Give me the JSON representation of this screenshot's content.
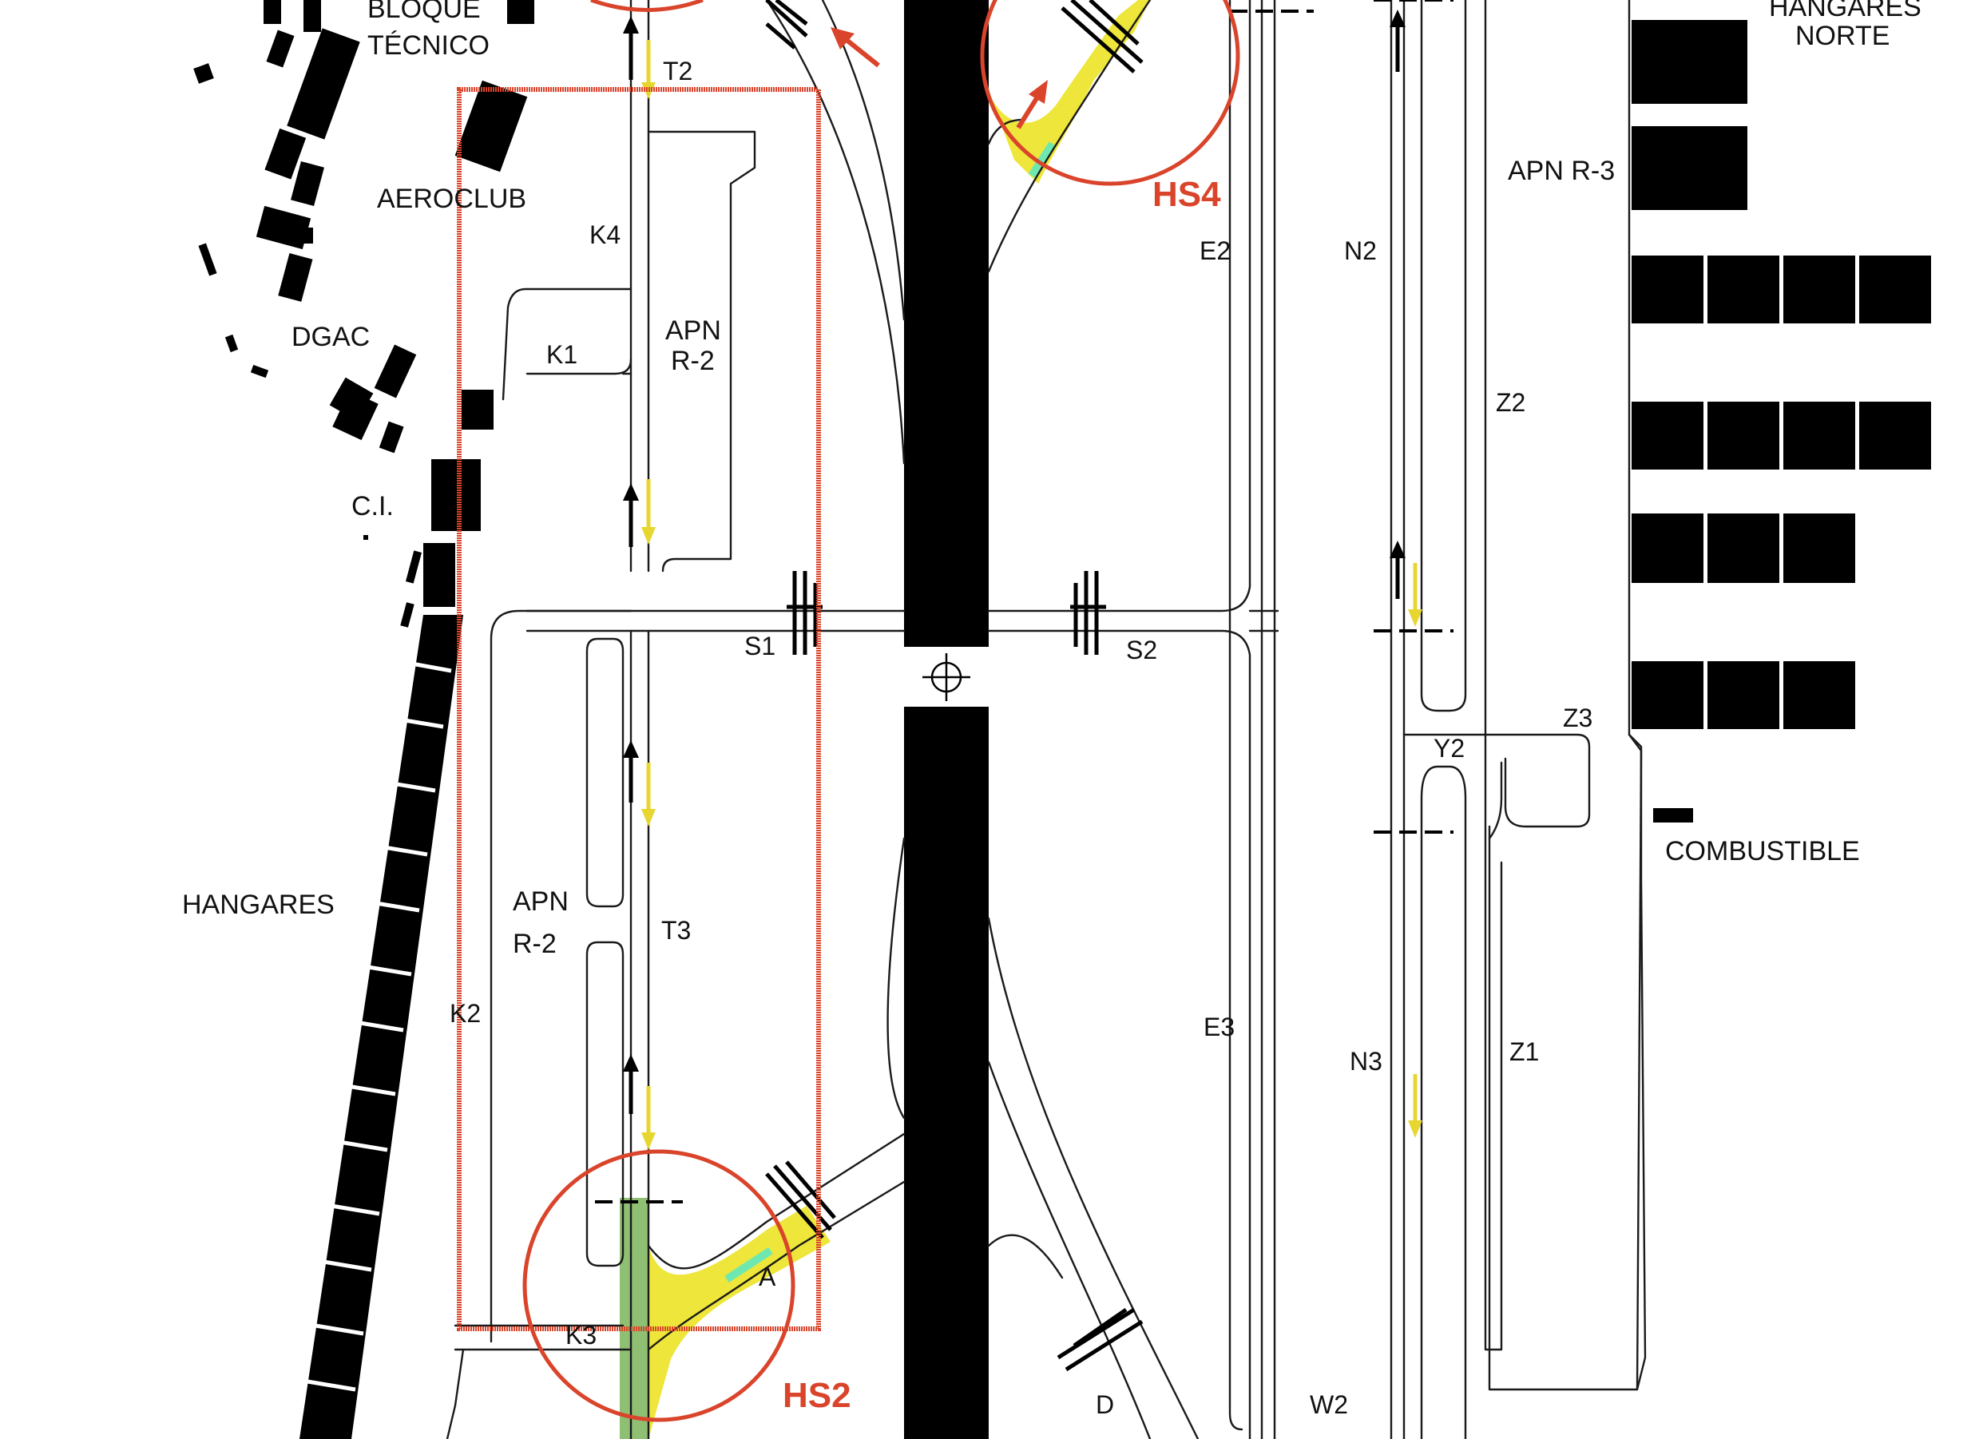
{
  "map": {
    "labels": {
      "bloque_tecnico_1": "BLOQUE",
      "bloque_tecnico_2": "TÉCNICO",
      "hangares_norte_1": "HANGARES",
      "hangares_norte_2": "NORTE",
      "aeroclub": "AEROCLUB",
      "dgac": "DGAC",
      "ci": "C.I.",
      "hangares": "HANGARES",
      "combustible": "COMBUSTIBLE",
      "apn_r3": "APN R-3",
      "apn_r2_top_1": "APN",
      "apn_r2_top_2": "R-2",
      "apn_r2_bottom_1": "APN",
      "apn_r2_bottom_2": "R-2"
    },
    "taxiways": {
      "t2": "T2",
      "k4": "K4",
      "k1": "K1",
      "s1": "S1",
      "s2": "S2",
      "t3": "T3",
      "k2": "K2",
      "k3": "K3",
      "a": "A",
      "d": "D",
      "w2": "W2",
      "e2": "E2",
      "e3": "E3",
      "n2": "N2",
      "n3": "N3",
      "z1": "Z1",
      "z2": "Z2",
      "z3": "Z3",
      "y2": "Y2"
    },
    "hotspots": {
      "hs2": "HS2",
      "hs4": "HS4"
    },
    "colors": {
      "hotspot": "#d9442b",
      "highlight_yellow": "#eee63a",
      "highlight_green": "#8fbf72",
      "highlight_mint": "#6ee8b0",
      "arrow_yellow": "#e8d630",
      "runway": "#000000"
    },
    "icons": {
      "runway_center": "crosshair-icon",
      "arrows": "direction-arrow-icon",
      "stop_bars": "stop-bar-icon"
    }
  }
}
